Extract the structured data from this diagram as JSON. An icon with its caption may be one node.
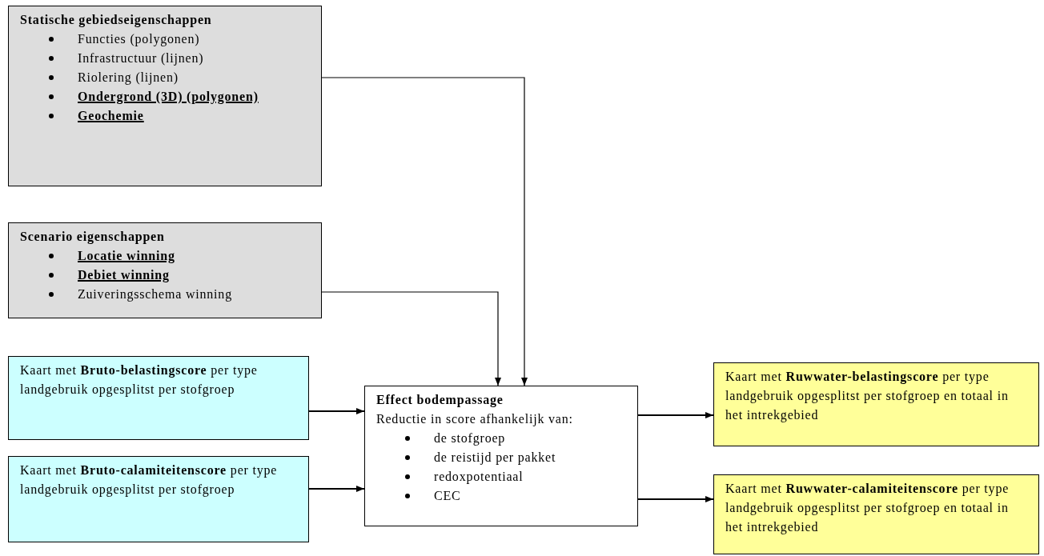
{
  "diagram": {
    "nodes": [
      {
        "text": [
          "Statische gebiedseigenschappen",
          "Functies (polygonen)",
          "Infrastructuur (lijnen)",
          "Riolering (lijnen)",
          "Ondergrond (3D) (polygonen)",
          "Geochemie"
        ]
      },
      {
        "text": [
          "Scenario eigenschappen",
          "Locatie winning",
          "Debiet winning",
          "Zuiveringsschema winning"
        ]
      },
      {
        "text": [
          "Kaart met **Bruto-belastingscore** per type landgebruik opgesplitst per stofgroep"
        ]
      },
      {
        "text": [
          "Kaart met **Bruto-calamiteitenscore** per type landgebruik opgesplitst per stofgroep"
        ]
      },
      {
        "text": [
          "Effect bodempassage",
          "Reductie in score afhankelijk van:",
          "de stofgroep",
          "de reistijd per pakket",
          "redoxpotentiaal",
          "CEC"
        ]
      },
      {
        "text": [
          "Kaart met **Ruwwater-belastingscore** per type landgebruik opgesplitst per stofgroep en totaal in het intrekgebied"
        ]
      },
      {
        "text": [
          "Kaart met **Ruwwater-calamiteitenscore** per type landgebruik opgesplitst per stofgroep en totaal in het intrekgebied"
        ]
      }
    ],
    "edges": [
      {
        "from": 0,
        "to": 4,
        "arrow": "to"
      },
      {
        "from": 1,
        "to": 4,
        "arrow": "to"
      },
      {
        "from": 2,
        "to": 4,
        "arrow": "to"
      },
      {
        "from": 3,
        "to": 4,
        "arrow": "to"
      },
      {
        "from": 4,
        "to": 5,
        "arrow": "to"
      },
      {
        "from": 4,
        "to": 6,
        "arrow": "to"
      }
    ]
  }
}
